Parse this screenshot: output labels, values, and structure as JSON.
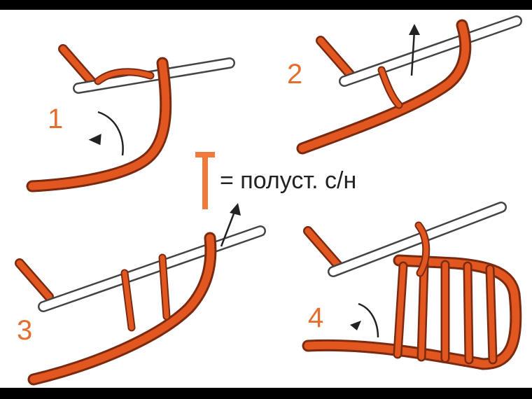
{
  "steps": [
    {
      "number": "1"
    },
    {
      "number": "2"
    },
    {
      "number": "3"
    },
    {
      "number": "4"
    }
  ],
  "legend": {
    "symbol": "T",
    "text": "= полуст. с/н"
  },
  "colors": {
    "yarn": "#e1571f",
    "yarn_outline": "#7a2a10",
    "number": "#e36f2f",
    "symbol": "#f07a3a",
    "hook": "#ffffff",
    "hook_outline": "#444444",
    "frame": "#000000",
    "paper": "#ffffff"
  }
}
